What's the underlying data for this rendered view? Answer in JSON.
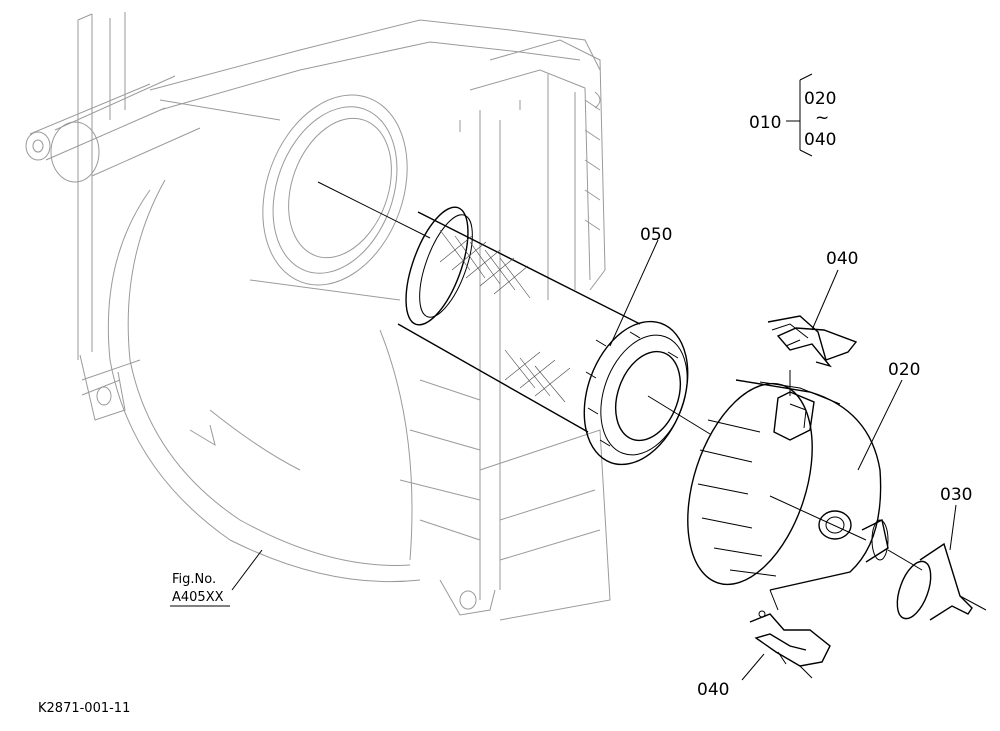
{
  "diagram": {
    "part_labels": {
      "p050": "050",
      "p040_top": "040",
      "p020": "020",
      "p030": "030",
      "p040_bottom": "040"
    },
    "legend": {
      "assembly": "010",
      "range_start": "020",
      "range_tilde": "~",
      "range_end": "040"
    },
    "fig_ref": {
      "line1": "Fig.No.",
      "line2": "A405XX"
    },
    "drawing_code": "K2871-001-11"
  }
}
